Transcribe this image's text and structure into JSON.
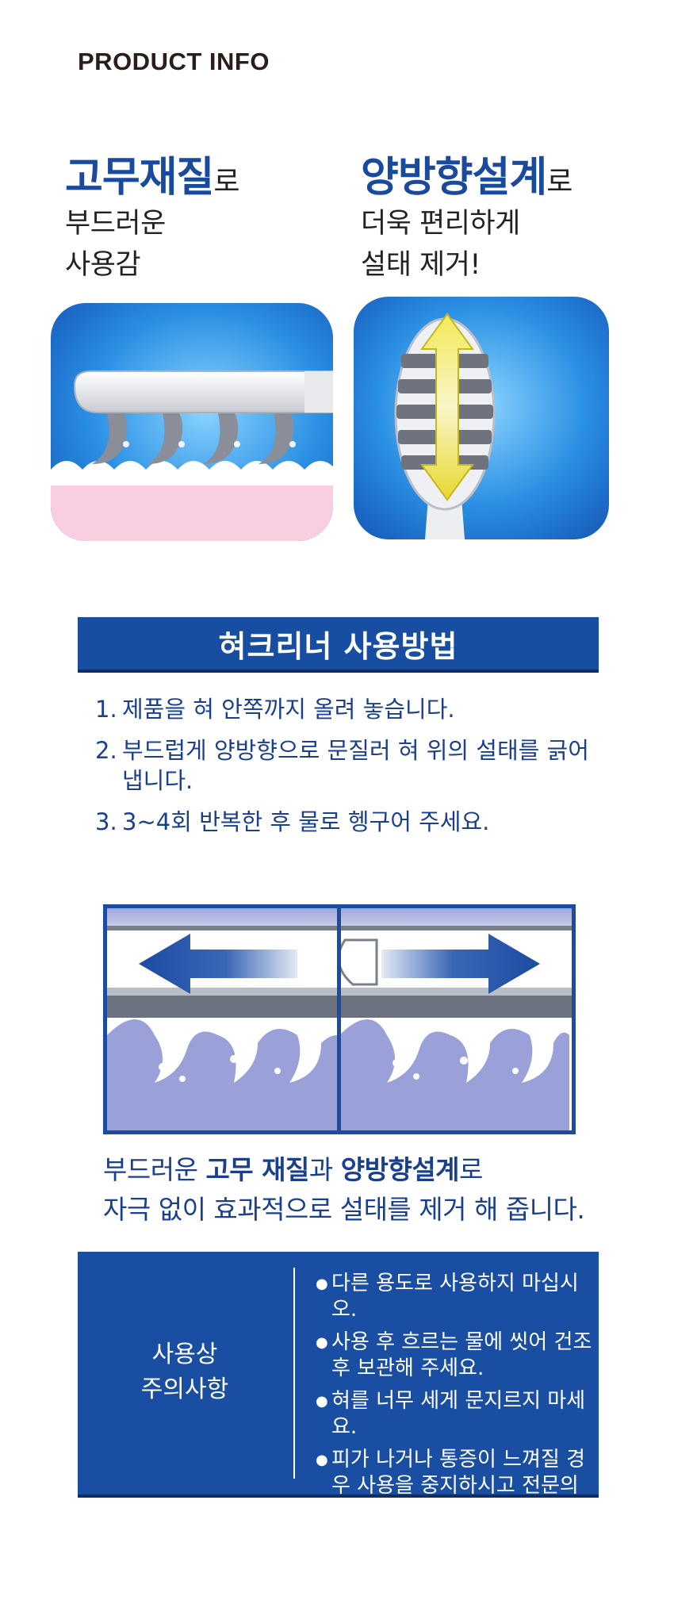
{
  "header": {
    "title": "PRODUCT INFO"
  },
  "features": [
    {
      "bold": "고무재질",
      "suffix": "로",
      "lines": [
        "부드러운",
        "사용감"
      ]
    },
    {
      "bold": "양방향설계",
      "suffix": "로",
      "lines": [
        "더욱 편리하게",
        "설태 제거!"
      ]
    }
  ],
  "usage": {
    "title": "혀크리너 사용방법",
    "steps": [
      {
        "num": "1.",
        "text": "제품을 혀 안쪽까지 올려 놓습니다."
      },
      {
        "num": "2.",
        "text": "부드럽게 양방향으로 문질러 혀 위의 설태를 긁어 냅니다."
      },
      {
        "num": "3.",
        "text": "3~4회 반복한 후 물로 헹구어 주세요."
      }
    ]
  },
  "caption": {
    "line1": {
      "pre": "부드러운 ",
      "b1": "고무 재질",
      "mid": "과 ",
      "b2": "양방향설계",
      "post": "로"
    },
    "line2": "자극 없이 효과적으로 설태를 제거 해 줍니다."
  },
  "caution": {
    "label": [
      "사용상",
      "주의사항"
    ],
    "items": [
      "다른 용도로 사용하지 마십시오.",
      "사용 후 흐르는 물에 씻어 건조 후 보관해 주세요.",
      "혀를 너무 세게 문지르지 마세요.",
      "피가 나거나 통증이 느껴질 경우 사용을 중지하시고 전문의와 상담 하세요."
    ]
  },
  "colors": {
    "brand_blue": "#1a4ea2",
    "text_blue": "#1a3f8c",
    "heading_blue": "#1a4a9e"
  }
}
